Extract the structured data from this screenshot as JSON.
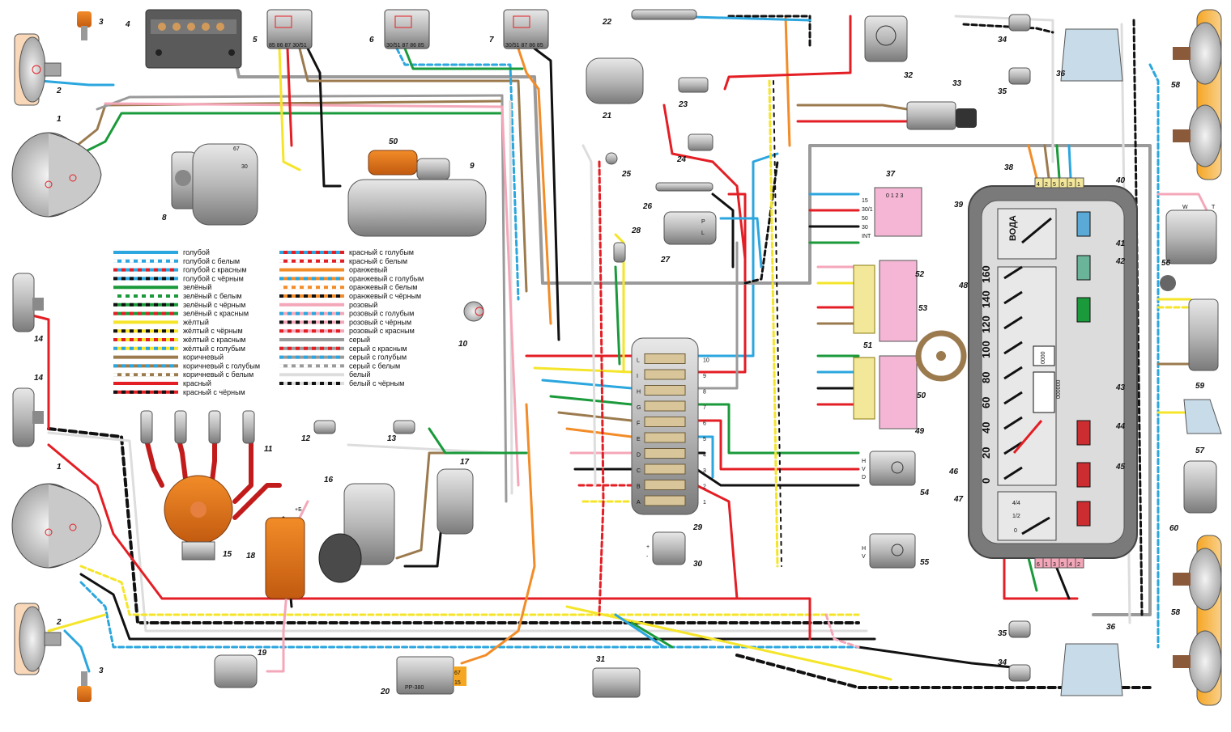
{
  "legend": [
    {
      "label": "голубой",
      "color": "#2ba6de"
    },
    {
      "label": "голубой с белым",
      "color": "#2ba6de",
      "stripe": "#ffffff"
    },
    {
      "label": "голубой с красным",
      "color": "#2ba6de",
      "stripe": "#e31e24"
    },
    {
      "label": "голубой с чёрным",
      "color": "#2ba6de",
      "stripe": "#111111"
    },
    {
      "label": "зелёный",
      "color": "#1a9a3a"
    },
    {
      "label": "зелёный с белым",
      "color": "#1a9a3a",
      "stripe": "#ffffff"
    },
    {
      "label": "зелёный с чёрным",
      "color": "#1a9a3a",
      "stripe": "#111111"
    },
    {
      "label": "зелёный с красным",
      "color": "#1a9a3a",
      "stripe": "#e31e24"
    },
    {
      "label": "жёлтый",
      "color": "#f5e52a"
    },
    {
      "label": "жёлтый с чёрным",
      "color": "#f5e52a",
      "stripe": "#111111"
    },
    {
      "label": "жёлтый с красным",
      "color": "#f5e52a",
      "stripe": "#e31e24"
    },
    {
      "label": "жёлтый с голубым",
      "color": "#f5e52a",
      "stripe": "#2ba6de"
    },
    {
      "label": "коричневый",
      "color": "#9b7a4e"
    },
    {
      "label": "коричневый с голубым",
      "color": "#9b7a4e",
      "stripe": "#2ba6de"
    },
    {
      "label": "коричневый с белым",
      "color": "#9b7a4e",
      "stripe": "#ffffff"
    },
    {
      "label": "красный",
      "color": "#e31e24"
    },
    {
      "label": "красный с чёрным",
      "color": "#e31e24",
      "stripe": "#111111"
    },
    {
      "label": "красный с голубым",
      "color": "#e31e24",
      "stripe": "#2ba6de"
    },
    {
      "label": "красный с белым",
      "color": "#e31e24",
      "stripe": "#ffffff"
    },
    {
      "label": "оранжевый",
      "color": "#f28c28"
    },
    {
      "label": "оранжевый с голубым",
      "color": "#f28c28",
      "stripe": "#2ba6de"
    },
    {
      "label": "оранжевый с белым",
      "color": "#f28c28",
      "stripe": "#ffffff"
    },
    {
      "label": "оранжевый с чёрным",
      "color": "#f28c28",
      "stripe": "#111111"
    },
    {
      "label": "розовый",
      "color": "#f4a7b9"
    },
    {
      "label": "розовый с голубым",
      "color": "#f4a7b9",
      "stripe": "#2ba6de"
    },
    {
      "label": "розовый с чёрным",
      "color": "#f4a7b9",
      "stripe": "#111111"
    },
    {
      "label": "розовый с красным",
      "color": "#f4a7b9",
      "stripe": "#e31e24"
    },
    {
      "label": "серый",
      "color": "#9a9a9a"
    },
    {
      "label": "серый с красным",
      "color": "#9a9a9a",
      "stripe": "#e31e24"
    },
    {
      "label": "серый с голубым",
      "color": "#9a9a9a",
      "stripe": "#2ba6de"
    },
    {
      "label": "серый с белым",
      "color": "#9a9a9a",
      "stripe": "#ffffff"
    },
    {
      "label": "белый",
      "color": "#dddddd"
    },
    {
      "label": "белый с чёрным",
      "color": "#dddddd",
      "stripe": "#111111"
    }
  ],
  "component_numbers": [
    "1",
    "2",
    "3",
    "4",
    "5",
    "6",
    "7",
    "8",
    "9",
    "10",
    "11",
    "12",
    "13",
    "14",
    "15",
    "16",
    "17",
    "18",
    "19",
    "20",
    "21",
    "22",
    "23",
    "24",
    "25",
    "26",
    "27",
    "28",
    "29",
    "30",
    "31",
    "32",
    "33",
    "34",
    "35",
    "36",
    "37",
    "38",
    "39",
    "40",
    "41",
    "42",
    "43",
    "44",
    "45",
    "46",
    "47",
    "48",
    "49",
    "50",
    "51",
    "52",
    "53",
    "54",
    "55",
    "56",
    "57",
    "58",
    "59",
    "60"
  ],
  "labels": {
    "water_gauge": "ВОДА",
    "regulator_model": "РР-380",
    "regulator_pin_67": "67",
    "regulator_pin_15": "15",
    "alternator_67": "67",
    "alternator_30": "30",
    "coil_plus": "+Б",
    "fuel_half": "1/2",
    "fuel_quarter": "4/4",
    "fuel_zero": "0",
    "odometer": "000000",
    "trip": "0000",
    "switch37_pos": "0 1 2 3",
    "switch37_pins": [
      "15",
      "30/1",
      "50",
      "30",
      "INT"
    ],
    "relay5_pins": "85 86 87 30/51",
    "relay6_pins": "30/51 87 86 85",
    "relay7_pins": "30/51 87 86 85",
    "sensor27_p": "P",
    "sensor27_l": "L",
    "sw54_pins": [
      "H",
      "V",
      "D"
    ],
    "sw55_pins": [
      "H",
      "V"
    ],
    "sw56_w": "W",
    "sw56_t": "T",
    "cluster_top_pins": [
      "4",
      "2",
      "5",
      "6",
      "3",
      "1"
    ],
    "cluster_bottom_pins": [
      "6",
      "1",
      "3",
      "5",
      "4",
      "2"
    ],
    "relay30_plus": "+",
    "relay30_minus": "-"
  },
  "speedometer_ticks": [
    "0",
    "20",
    "40",
    "60",
    "80",
    "100",
    "120",
    "140",
    "160"
  ],
  "fuse_letters": [
    "A",
    "B",
    "C",
    "D",
    "E",
    "F",
    "G",
    "H",
    "I",
    "L"
  ],
  "fuse_numbers": [
    "1",
    "2",
    "3",
    "4",
    "5",
    "6",
    "7",
    "8",
    "9",
    "10"
  ],
  "colors": {
    "red": "#e31e24",
    "black": "#111111",
    "blue": "#2ba6de",
    "green": "#1a9a3a",
    "yellow": "#f5e52a",
    "brown": "#9b7a4e",
    "orange": "#f28c28",
    "pink": "#f4a7b9",
    "grey": "#9a9a9a",
    "white": "#dddddd",
    "pinkbox": "#f4b6d4",
    "connector": "#f3e79a"
  }
}
